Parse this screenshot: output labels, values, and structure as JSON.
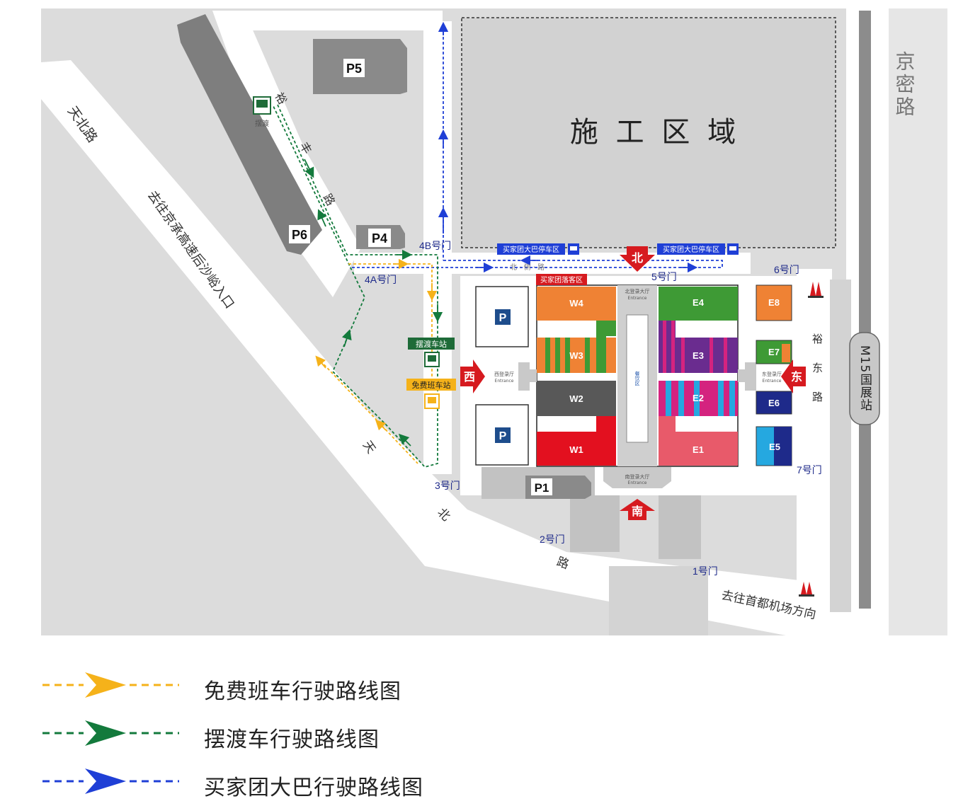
{
  "map": {
    "construction_area": "施 工 区 域",
    "roads": {
      "jingmi": "京密路",
      "tianbei_top": "天北路",
      "to_jingcheng": "去往京承高速后沙峪入口",
      "tian": "天",
      "bei": "北",
      "lu": "路",
      "yufeng": [
        "裕",
        "丰",
        "路"
      ],
      "yudong": [
        "裕",
        "东",
        "路"
      ],
      "beice": "北 · 侧 · 路",
      "to_airport": "去往首都机场方向"
    },
    "station": "M15国展站",
    "parking": {
      "p1": "P1",
      "p4": "P4",
      "p5": "P5",
      "p6": "P6",
      "p_icon": "P"
    },
    "halls": {
      "w1": "W1",
      "w2": "W2",
      "w3": "W3",
      "w4": "W4",
      "e1": "E1",
      "e2": "E2",
      "e3": "E3",
      "e4": "E4",
      "e5": "E5",
      "e6": "E6",
      "e7": "E7",
      "e8": "E8"
    },
    "gates": {
      "g1": "1号门",
      "g2": "2号门",
      "g3": "3号门",
      "g4a": "4A号门",
      "g4b": "4B号门",
      "g5": "5号门",
      "g6": "6号门",
      "g7": "7号门"
    },
    "labels": {
      "buyer_bus_parking": "买家团大巴停车区",
      "buyer_dropoff": "买家团落客区",
      "shuttle_station": "摆渡车站",
      "free_bus_station": "免费班车站",
      "shuttle_small": "摆渡",
      "dining": "餐饮区"
    },
    "entrances": {
      "north": "北",
      "south": "南",
      "east": "东",
      "west": "西",
      "north_hall": "北登录大厅",
      "south_hall": "南登录大厅",
      "east_hall": "东登录厅",
      "west_hall": "西登录厅",
      "entrance_en": "Entrance"
    }
  },
  "legend": [
    {
      "label": "免费班车行驶路线图",
      "color": "#F5B21A"
    },
    {
      "label": "摆渡车行驶路线图",
      "color": "#137A3C"
    },
    {
      "label": "买家团大巴行驶路线图",
      "color": "#1F3FD6"
    }
  ],
  "colors": {
    "orange": "#EF8234",
    "green": "#3E9A35",
    "purple": "#6A2C8F",
    "magenta": "#D4237F",
    "cyan": "#25A8E0",
    "red": "#E3101F",
    "pink": "#E85A6A",
    "navy": "#1E2A8A",
    "dark_gray": "#585858",
    "route_yellow": "#F5B21A",
    "route_green": "#137A3C",
    "route_blue": "#1F3FD6",
    "station_green": "#1E6B38",
    "dropoff_red": "#D61A1F"
  }
}
